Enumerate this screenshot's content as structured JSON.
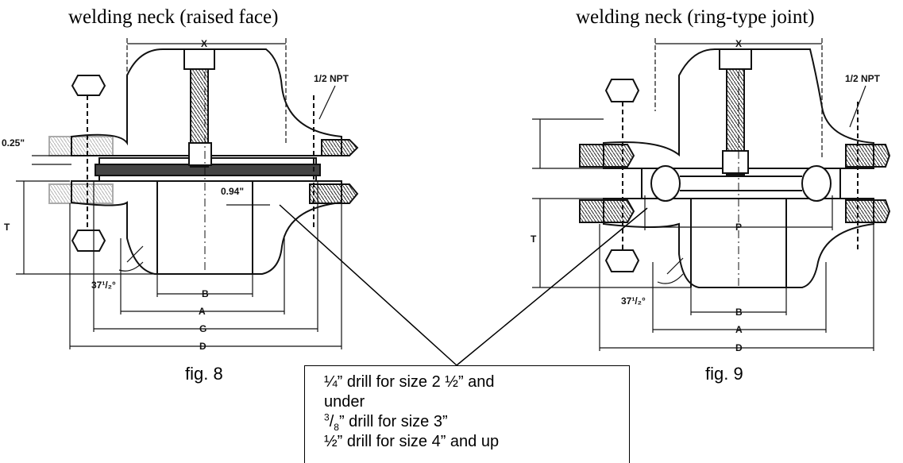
{
  "titles": {
    "left": "welding neck (raised face)",
    "right": "welding neck (ring-type joint)"
  },
  "captions": {
    "left": "fig. 8",
    "right": "fig. 9"
  },
  "labels": {
    "npt": "1/2 NPT",
    "gap_025": "0.25\"",
    "gap_094": "0.94\"",
    "angle": "37¹/₂°",
    "X": "X",
    "T": "T",
    "B": "B",
    "A": "A",
    "G": "G",
    "D": "D",
    "P": "P"
  },
  "note": {
    "line1": "¼”  drill for size 2 ½”  and",
    "line2": "under",
    "line3_num": "3",
    "line3_den": "8",
    "line3_rest": "” drill for size 3”",
    "line4": "½” drill for size 4” and up"
  }
}
